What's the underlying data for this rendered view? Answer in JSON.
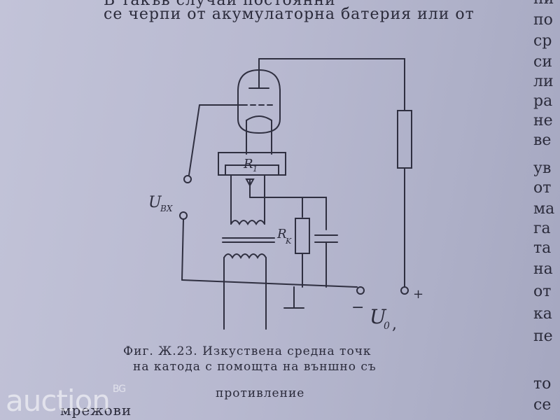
{
  "top_text": {
    "line1": "В такъв случай постоянни",
    "line2": "се черпи от акумулаторна батерия или от"
  },
  "right_column": [
    "ни",
    "по",
    "ср",
    "си",
    "ли",
    "ра",
    "не",
    "ве",
    "ув",
    "от",
    "ма",
    "га",
    "та",
    "на",
    "от",
    "ка",
    "пе",
    "то",
    "се"
  ],
  "figure": {
    "label_r1": "R",
    "label_r1_sub": "1",
    "label_rk": "R",
    "label_rk_sub": "K",
    "label_uvx": "U",
    "label_uvx_sub": "BX",
    "label_u0": "U",
    "label_u0_sub": "0",
    "label_u0_trail": ",",
    "minus": "−",
    "plus": "+"
  },
  "caption": {
    "line1": "Фиг. Ж.23. Изкуствена средна точк",
    "line2": "на катода с помощта на външно съ",
    "line3": "противление"
  },
  "bottom_text": "мрежови",
  "watermark": {
    "text": "auction",
    "suffix": "BG"
  }
}
